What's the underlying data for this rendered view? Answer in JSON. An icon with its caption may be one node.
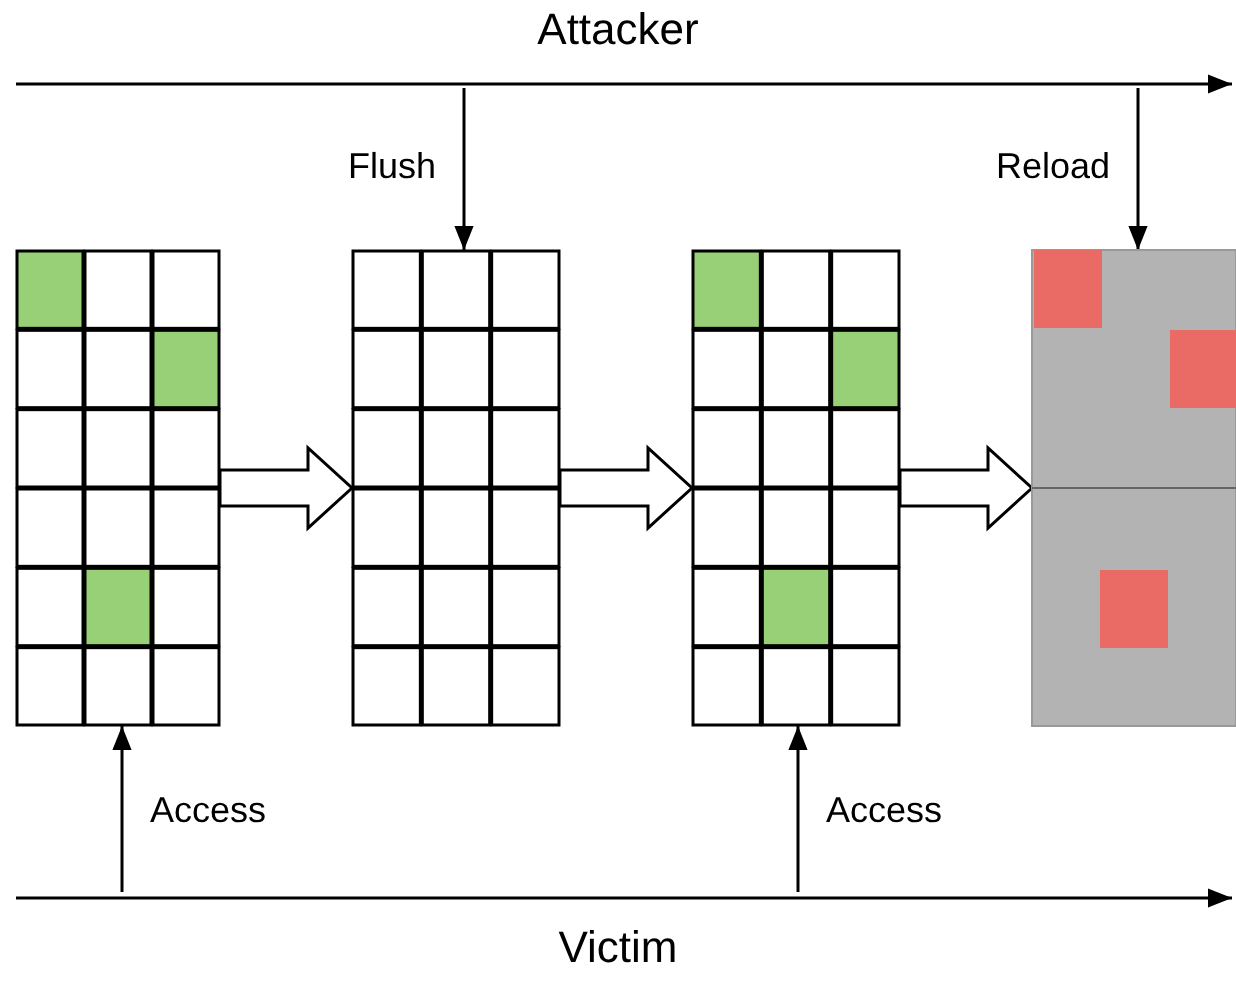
{
  "diagram": {
    "nodes": [
      {
        "text": [
          "Attacker"
        ]
      },
      {
        "text": [],
        "shape": "grid"
      },
      {
        "text": [],
        "shape": "grid"
      },
      {
        "text": [],
        "shape": "grid"
      },
      {
        "text": [],
        "shape": "grid"
      },
      {
        "text": [
          "Victim"
        ]
      }
    ],
    "edges": [
      {
        "from": 0,
        "to": 2,
        "arrow": "to",
        "label": "Flush"
      },
      {
        "from": 0,
        "to": 4,
        "arrow": "to",
        "label": "Reload"
      },
      {
        "from": 5,
        "to": 1,
        "arrow": "to",
        "label": "Access"
      },
      {
        "from": 5,
        "to": 3,
        "arrow": "to",
        "label": "Access"
      },
      {
        "from": 1,
        "to": 2,
        "arrow": "to",
        "style": "thick"
      },
      {
        "from": 2,
        "to": 3,
        "arrow": "to",
        "style": "thick"
      },
      {
        "from": 3,
        "to": 4,
        "arrow": "to",
        "style": "thick"
      }
    ]
  }
}
